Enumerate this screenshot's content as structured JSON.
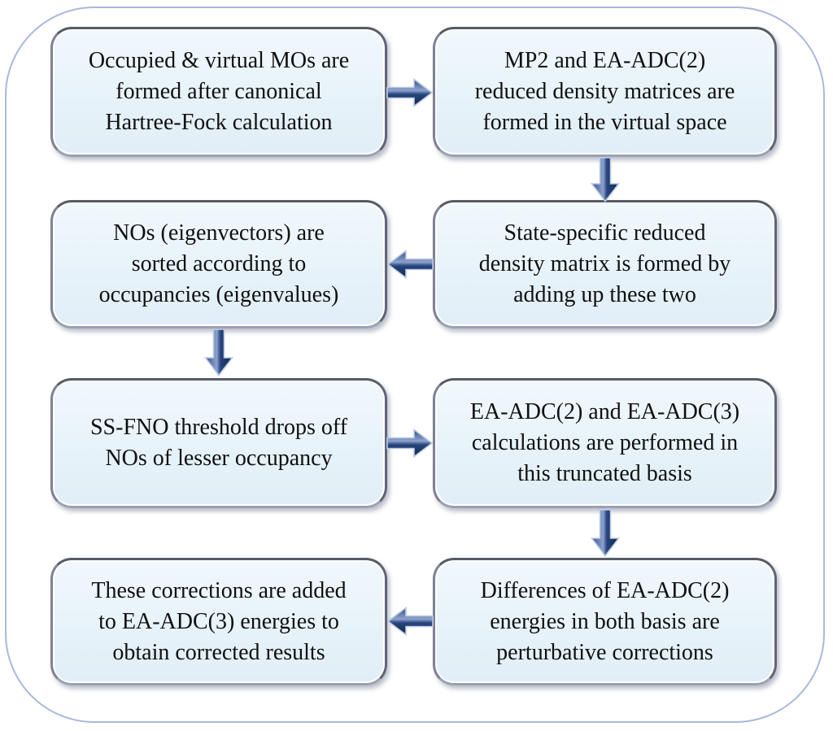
{
  "diagram": {
    "type": "flowchart",
    "boxes": [
      {
        "id": "box-1",
        "text": "Occupied & virtual MOs are formed after canonical Hartree-Fock calculation",
        "lines": [
          "Occupied & virtual MOs are",
          "formed after canonical",
          "Hartree-Fock calculation"
        ]
      },
      {
        "id": "box-2",
        "text": "MP2 and EA-ADC(2) reduced density matrices are formed in the virtual space",
        "lines": [
          "MP2 and EA-ADC(2)",
          "reduced density matrices are",
          "formed in the virtual space"
        ]
      },
      {
        "id": "box-3",
        "text": "NOs (eigenvectors) are sorted according to occupancies (eigenvalues)",
        "lines": [
          "NOs (eigenvectors) are",
          "sorted according to",
          "occupancies (eigenvalues)"
        ]
      },
      {
        "id": "box-4",
        "text": "State-specific reduced density matrix is formed by adding up these two",
        "lines": [
          "State-specific reduced",
          "density matrix is formed by",
          "adding up these two"
        ]
      },
      {
        "id": "box-5",
        "text": "SS-FNO threshold drops off NOs of lesser occupancy",
        "lines": [
          "SS-FNO threshold drops off",
          "NOs of lesser occupancy"
        ]
      },
      {
        "id": "box-6",
        "text": "EA-ADC(2) and EA-ADC(3) calculations are performed in this truncated basis",
        "lines": [
          "EA-ADC(2) and EA-ADC(3)",
          "calculations are performed in",
          "this truncated basis"
        ]
      },
      {
        "id": "box-7",
        "text": "These corrections are added to EA-ADC(3) energies to obtain corrected results",
        "lines": [
          "These corrections are added",
          "to EA-ADC(3) energies to",
          "obtain corrected results"
        ]
      },
      {
        "id": "box-8",
        "text": "Differences of EA-ADC(2) energies in both basis are perturbative corrections",
        "lines": [
          "Differences of EA-ADC(2)",
          "energies in both basis are",
          "perturbative corrections"
        ]
      }
    ],
    "arrows": [
      {
        "from": "box-1",
        "to": "box-2",
        "direction": "right"
      },
      {
        "from": "box-2",
        "to": "box-4",
        "direction": "down"
      },
      {
        "from": "box-4",
        "to": "box-3",
        "direction": "left"
      },
      {
        "from": "box-3",
        "to": "box-5",
        "direction": "down"
      },
      {
        "from": "box-5",
        "to": "box-6",
        "direction": "right"
      },
      {
        "from": "box-6",
        "to": "box-8",
        "direction": "down"
      },
      {
        "from": "box-8",
        "to": "box-7",
        "direction": "left"
      }
    ],
    "colors": {
      "arrow_navy": "#1f3a6e",
      "arrow_highlight": "#8ea3cc",
      "arrow_outline": "#bcc9e4",
      "box_fill": "#e9f4fb",
      "box_border_dark": "#575b66",
      "box_border_light": "#9ba1b2",
      "frame_border": "#aab8dd",
      "text": "#101010"
    }
  }
}
